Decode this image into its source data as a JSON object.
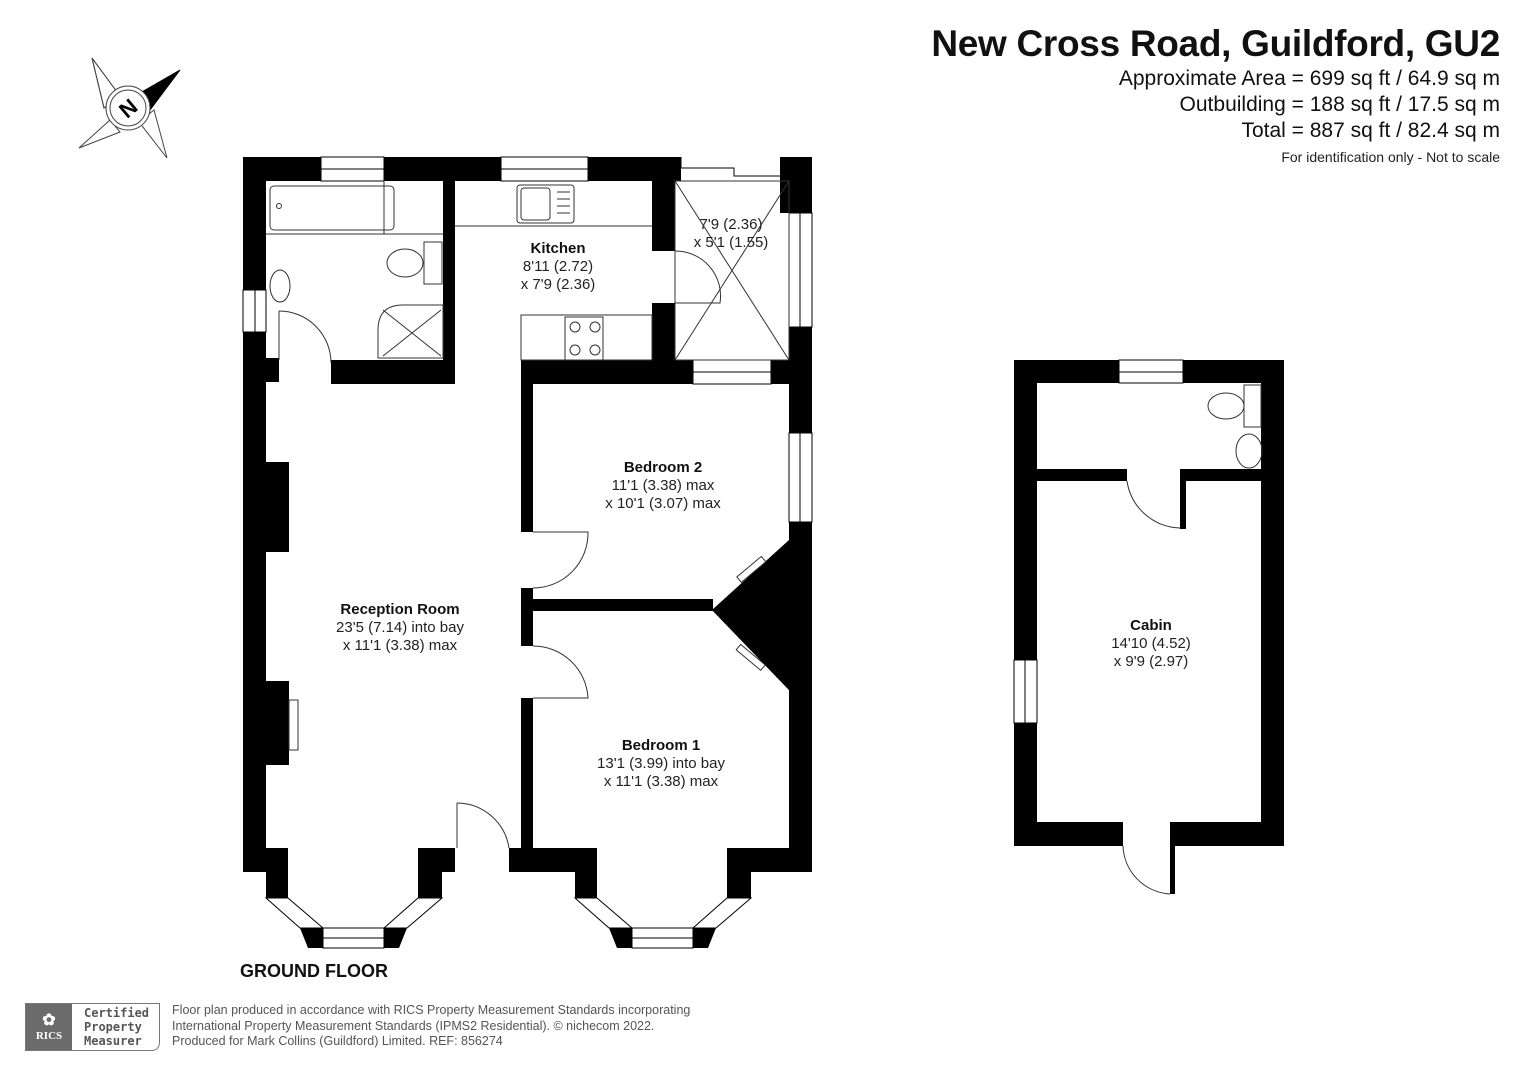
{
  "header": {
    "title": "New Cross Road, Guildford, GU2",
    "areas": [
      "Approximate Area = 699 sq ft / 64.9 sq m",
      "Outbuilding = 188 sq ft / 17.5 sq m",
      "Total = 887 sq ft / 82.4 sq m"
    ],
    "disclaimer": "For identification only - Not to scale"
  },
  "compass": {
    "icon": "north-compass-icon",
    "letter": "N"
  },
  "floors": [
    {
      "label": "GROUND FLOOR",
      "rooms": [
        {
          "name": "Kitchen",
          "dim1": "8'11 (2.72)",
          "dim2": "x 7'9 (2.36)"
        },
        {
          "name": "",
          "dim1": "7'9 (2.36)",
          "dim2": "x 5'1 (1.55)"
        },
        {
          "name": "Bedroom 2",
          "dim1": "11'1 (3.38) max",
          "dim2": "x 10'1 (3.07) max"
        },
        {
          "name": "Reception Room",
          "dim1": "23'5 (7.14) into bay",
          "dim2": "x 11'1 (3.38) max"
        },
        {
          "name": "Bedroom 1",
          "dim1": "13'1 (3.99) into bay",
          "dim2": "x 11'1 (3.38) max"
        }
      ]
    },
    {
      "label": "",
      "rooms": [
        {
          "name": "Cabin",
          "dim1": "14'10 (4.52)",
          "dim2": "x 9'9 (2.97)"
        }
      ]
    }
  ],
  "footer": {
    "badge": {
      "logo_text": "RICS",
      "lines": [
        "Certified",
        "Property",
        "Measurer"
      ]
    },
    "lines": [
      "Floor plan produced in accordance with RICS Property Measurement Standards incorporating",
      "International Property Measurement Standards (IPMS2 Residential).   © nichecom 2022.",
      "Produced for Mark Collins (Guildford) Limited.   REF: 856274"
    ]
  },
  "colors": {
    "wall": "#000000",
    "background": "#ffffff",
    "fixture_line": "#333333",
    "footer_text": "#555555",
    "badge_grey": "#6b6b6b"
  }
}
